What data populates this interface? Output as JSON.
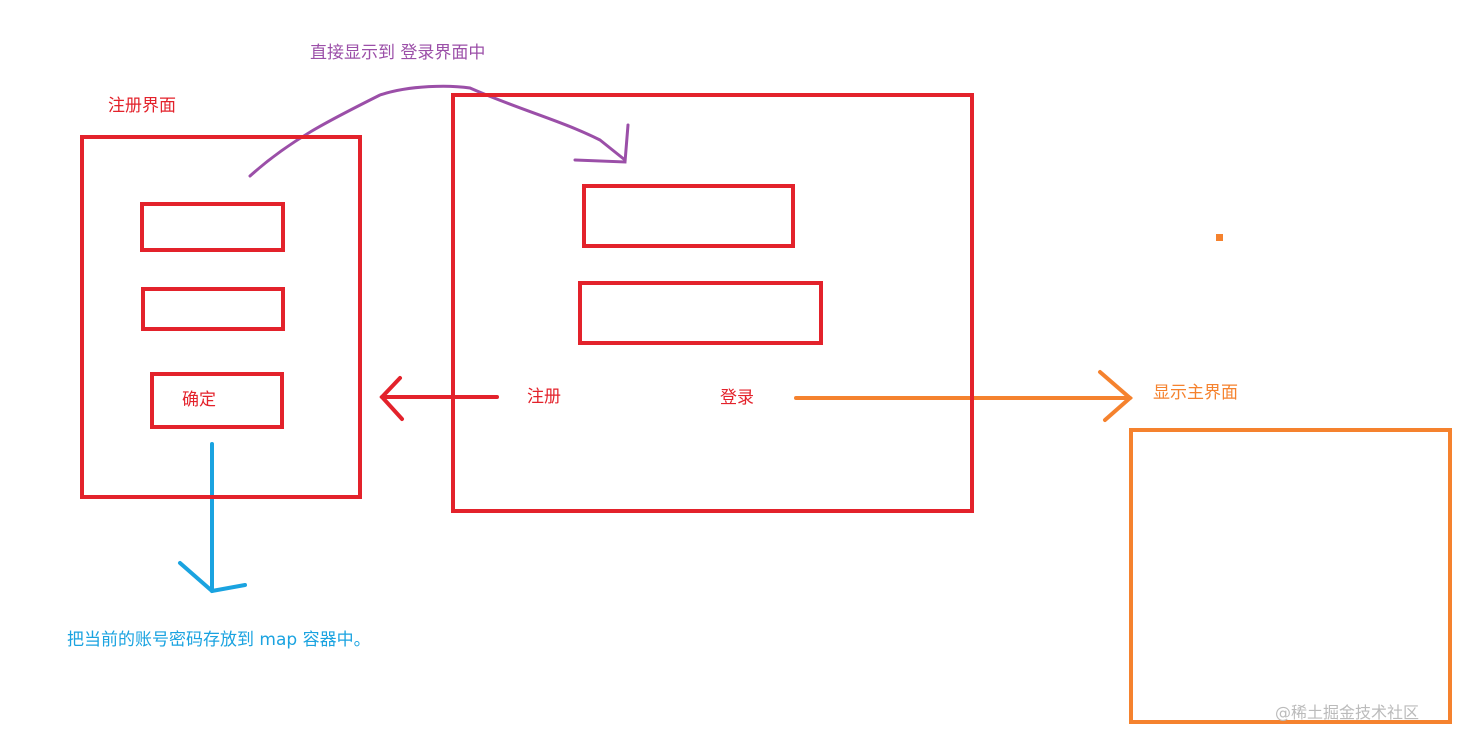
{
  "colors": {
    "red": "#e3222b",
    "purple": "#9b4fa8",
    "orange": "#f5822e",
    "blue": "#1aa3e0",
    "watermark": "#bbbbbb"
  },
  "register_panel": {
    "title": "注册界面",
    "fields": [
      "",
      ""
    ],
    "confirm_label": "确定",
    "store_note": "把当前的账号密码存放到 map 容器中。"
  },
  "login_panel": {
    "note": "直接显示到 登录界面中",
    "fields": [
      "",
      ""
    ],
    "register_label": "注册",
    "login_label": "登录"
  },
  "main_panel": {
    "title": "显示主界面"
  },
  "watermark": "@稀土掘金技术社区"
}
